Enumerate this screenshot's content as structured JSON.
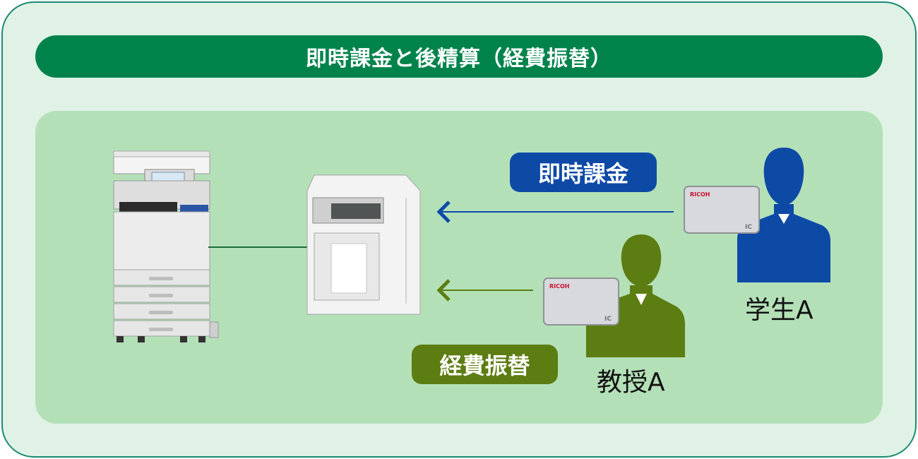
{
  "header": {
    "title": "即時課金と後精算（経費振替）"
  },
  "flows": [
    {
      "label": "即時課金",
      "color": "#0d4aa6"
    },
    {
      "label": "経費振替",
      "color": "#5c7d12"
    }
  ],
  "people": [
    {
      "label": "学生A",
      "color": "#0d4aa6"
    },
    {
      "label": "教授A",
      "color": "#5c7d12"
    }
  ],
  "card": {
    "logo": "RICOH",
    "mark": "IC"
  },
  "colors": {
    "frame_border": "#1a8a72",
    "background": "#e0f2e6",
    "panel": "#b4e0b8",
    "title_bar": "#00834b"
  }
}
